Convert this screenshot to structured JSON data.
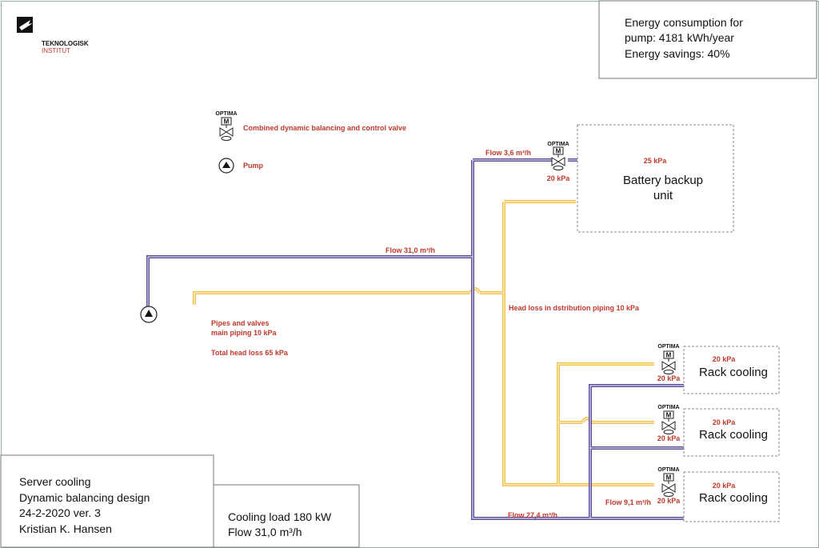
{
  "logo": {
    "line1": "TEKNOLOGISK",
    "line2": "INSTITUT"
  },
  "energy": {
    "line1": "Energy consumption for",
    "line2": "pump: 4181 kWh/year",
    "line3": "Energy savings: 40%"
  },
  "legend": {
    "valve_brand": "OPTIMA",
    "valve_label": "Combined dynamic balancing and control valve",
    "pump_label": "Pump"
  },
  "battery": {
    "name_line1": "Battery backup",
    "name_line2": "unit",
    "pressure": "25 kPa",
    "valve_brand": "OPTIMA",
    "valve_pressure": "20 kPa",
    "flow": "Flow 3,6 m³/h"
  },
  "main": {
    "flow": "Flow 31,0 m³/h",
    "pipes_line1": "Pipes and valves",
    "pipes_line2": "main piping 10 kPa",
    "total_head_loss": "Total head loss 65 kPa",
    "dist_head_loss": "Head loss in dstribution piping 10 kPa"
  },
  "racks": [
    {
      "name": "Rack cooling",
      "pressure": "20 kPa",
      "valve_brand": "OPTIMA",
      "valve_pressure": "20 kPa"
    },
    {
      "name": "Rack cooling",
      "pressure": "20 kPa",
      "valve_brand": "OPTIMA",
      "valve_pressure": "20 kPa"
    },
    {
      "name": "Rack cooling",
      "pressure": "20 kPa",
      "valve_brand": "OPTIMA",
      "valve_pressure": "20 kPa"
    }
  ],
  "bottom_flows": {
    "left": "Flow 27,4 m³/h",
    "right": "Flow 9,1 m³/h"
  },
  "title_block": {
    "line1": "Server cooling",
    "line2": "Dynamic balancing design",
    "line3": "24-2-2020 ver. 3",
    "line4": "Kristian K. Hansen"
  },
  "load_block": {
    "line1": "Cooling load 180 kW",
    "line2": "Flow  31,0 m³/h"
  },
  "colors": {
    "supply_pipe": "#5b4a9e",
    "return_pipe": "#f2c14e",
    "label_red": "#c0392b"
  }
}
